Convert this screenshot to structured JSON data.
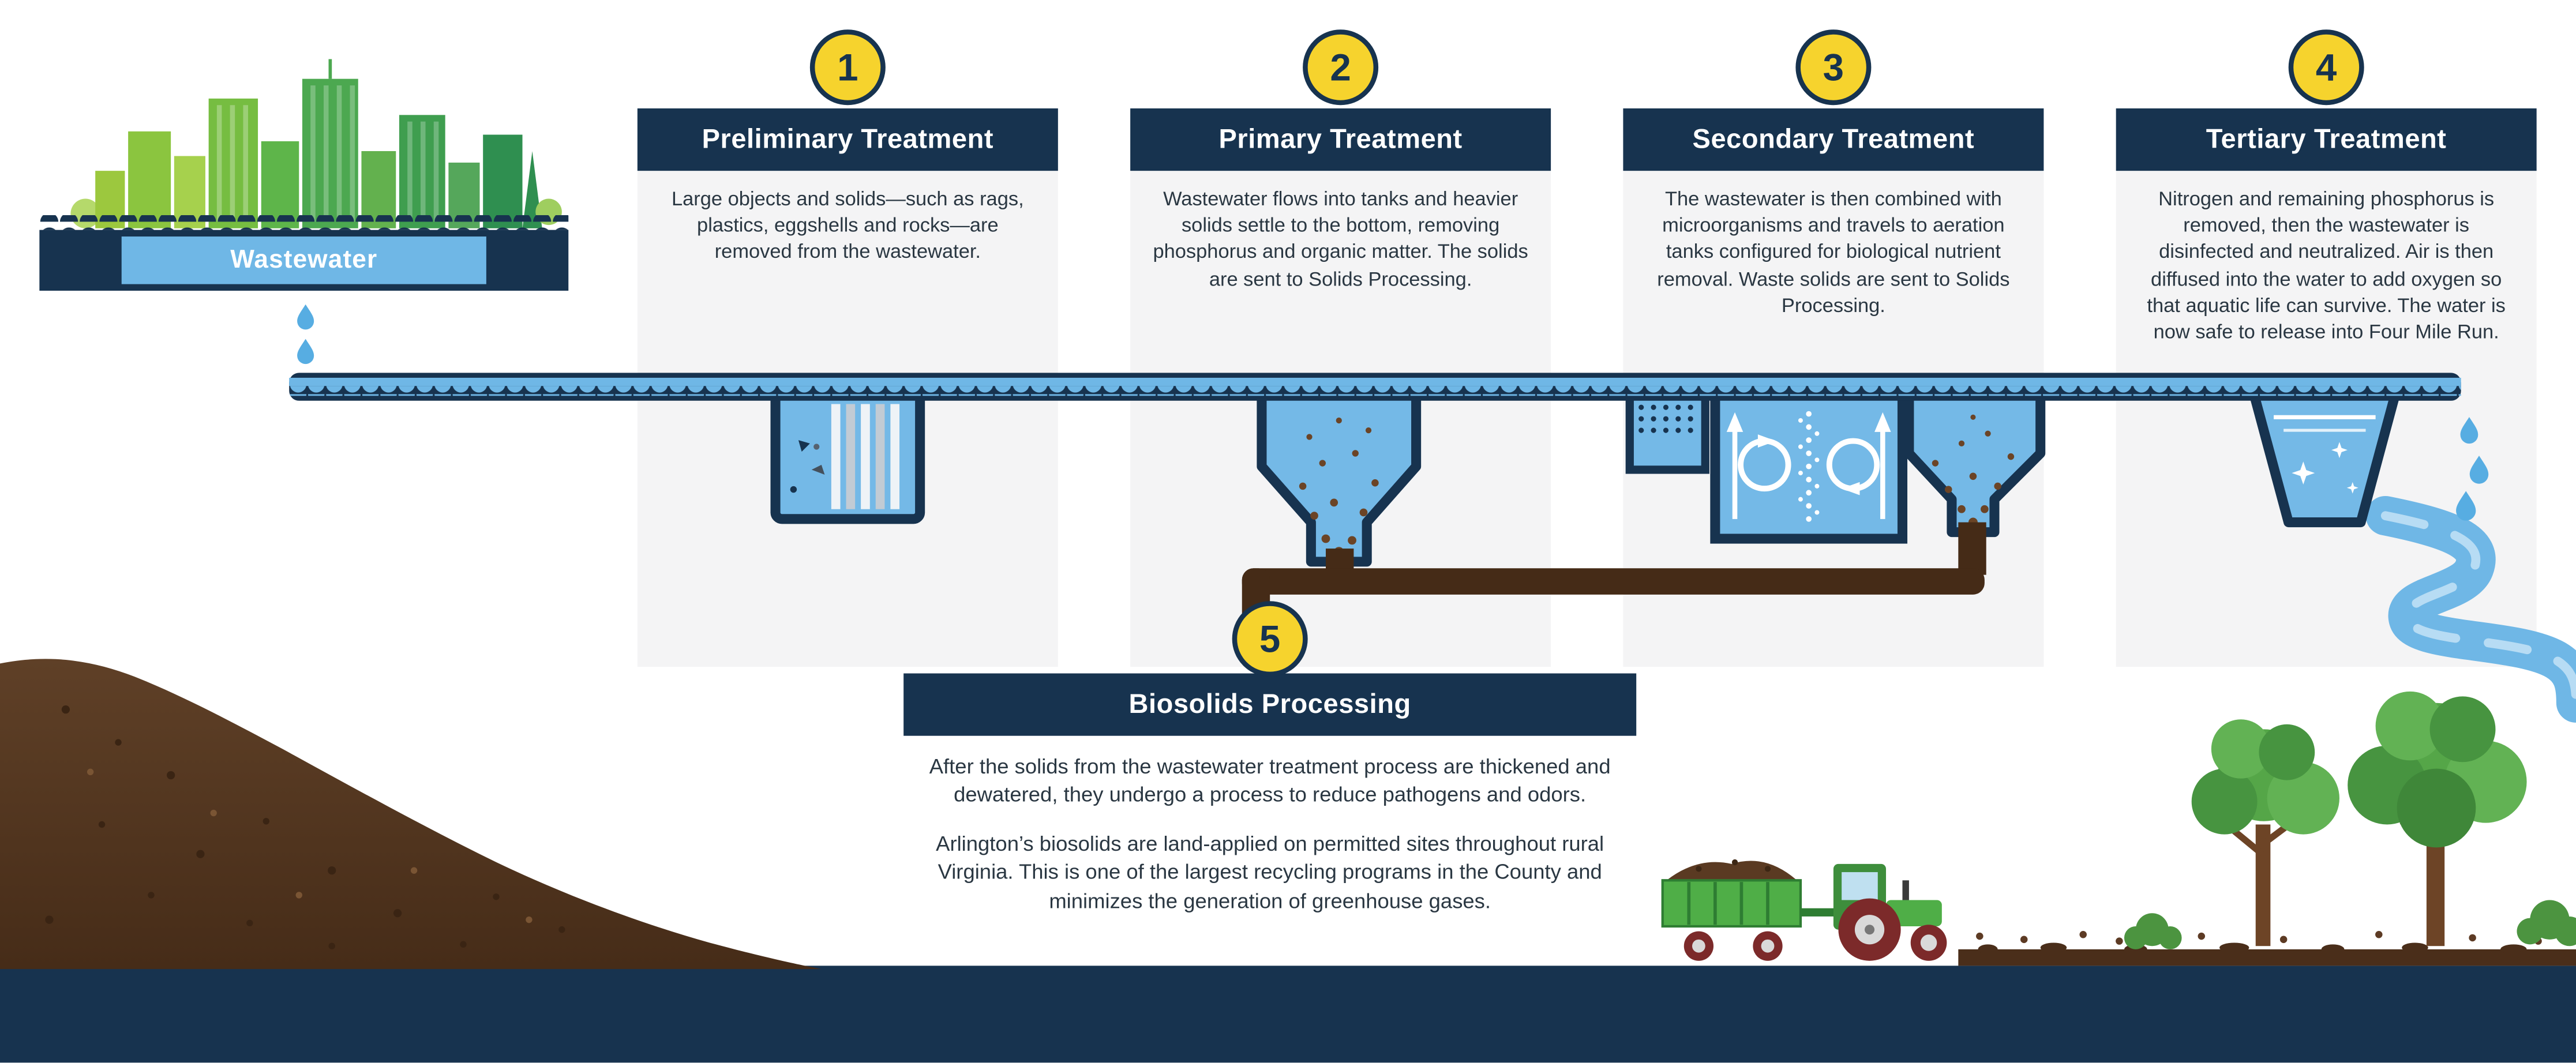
{
  "source_label": "Wastewater",
  "stages": [
    {
      "number": "1",
      "title": "Preliminary Treatment",
      "description": "Large objects and solids—such as rags, plastics, eggshells and rocks—are removed from the wastewater."
    },
    {
      "number": "2",
      "title": "Primary Treatment",
      "description": "Wastewater flows into tanks and heavier solids settle to the bottom, removing phosphorus and organic matter. The solids are sent to Solids Processing."
    },
    {
      "number": "3",
      "title": "Secondary Treatment",
      "description": "The wastewater is then combined with microorganisms and travels to aeration tanks configured for biological nutrient removal. Waste solids are sent to Solids Processing."
    },
    {
      "number": "4",
      "title": "Tertiary Treatment",
      "description": "Nitrogen and remaining phosphorus is removed, then the wastewater is disinfected and neutralized. Air is then diffused into the water to add oxygen so that aquatic life can survive. The water is now safe to release into Four Mile Run."
    }
  ],
  "biosolids": {
    "number": "5",
    "title": "Biosolids Processing",
    "paragraph1": "After the solids from the wastewater treatment process are thickened and dewatered, they undergo a process to reduce pathogens and odors.",
    "paragraph2": "Arlington’s biosolids are land-applied on permitted sites throughout rural Virginia. This is one of the largest recycling programs in the County and minimizes the generation of greenhouse gases."
  },
  "colors": {
    "navy": "#17334f",
    "water": "#6fb7e6",
    "tank": "#74b9e7",
    "panel": "#f4f4f5",
    "yellow": "#f6d32d",
    "brown": "#452b17",
    "solids": "#6b4426",
    "text": "#2a3742",
    "drop": "#57ade2"
  }
}
